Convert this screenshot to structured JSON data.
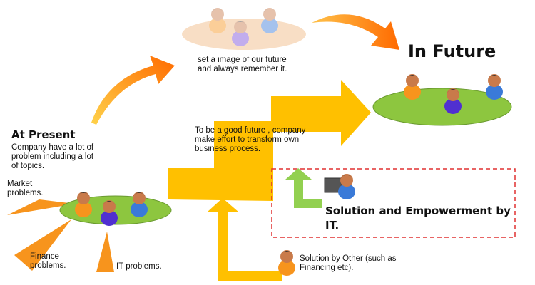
{
  "present": {
    "title": "At Present",
    "description": "Company have a lot of problem including a lot of topics.",
    "problems": [
      "Market problems.",
      "Finance problems.",
      "IT problems."
    ]
  },
  "vision": {
    "text": "set a image of our future and always remember  it."
  },
  "future": {
    "title": "In Future"
  },
  "transform": {
    "text": "To be a good future , company make effort to transform own business process."
  },
  "it_solution": {
    "text": "Solution and Empowerment by IT."
  },
  "other_solution": {
    "text": "Solution by Other (such as Financing etc)."
  },
  "colors": {
    "yellow": "#ffc000",
    "orange": "#f7941d",
    "green": "#8dc63f",
    "red_dash": "#e03030"
  }
}
